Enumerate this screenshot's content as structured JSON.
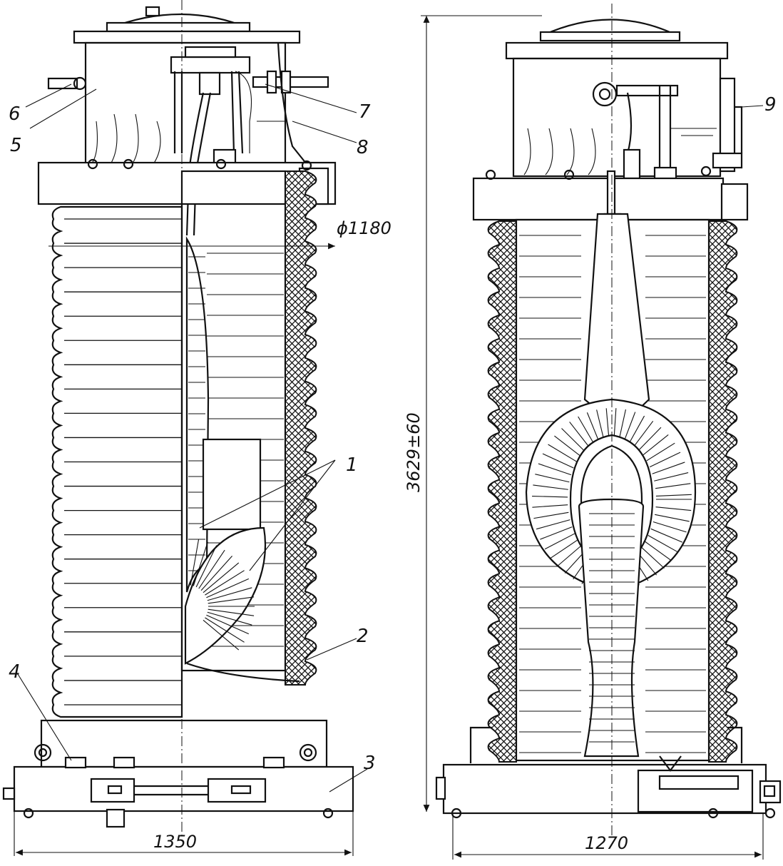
{
  "labels": {
    "l1": "1",
    "l2": "2",
    "l3": "3",
    "l4": "4",
    "l5": "5",
    "l6": "6",
    "l7": "7",
    "l8": "8",
    "l9": "9"
  },
  "dimensions": {
    "left_diameter": "ϕ1180",
    "left_width": "1350",
    "right_height": "3629±60",
    "right_width": "1270"
  }
}
